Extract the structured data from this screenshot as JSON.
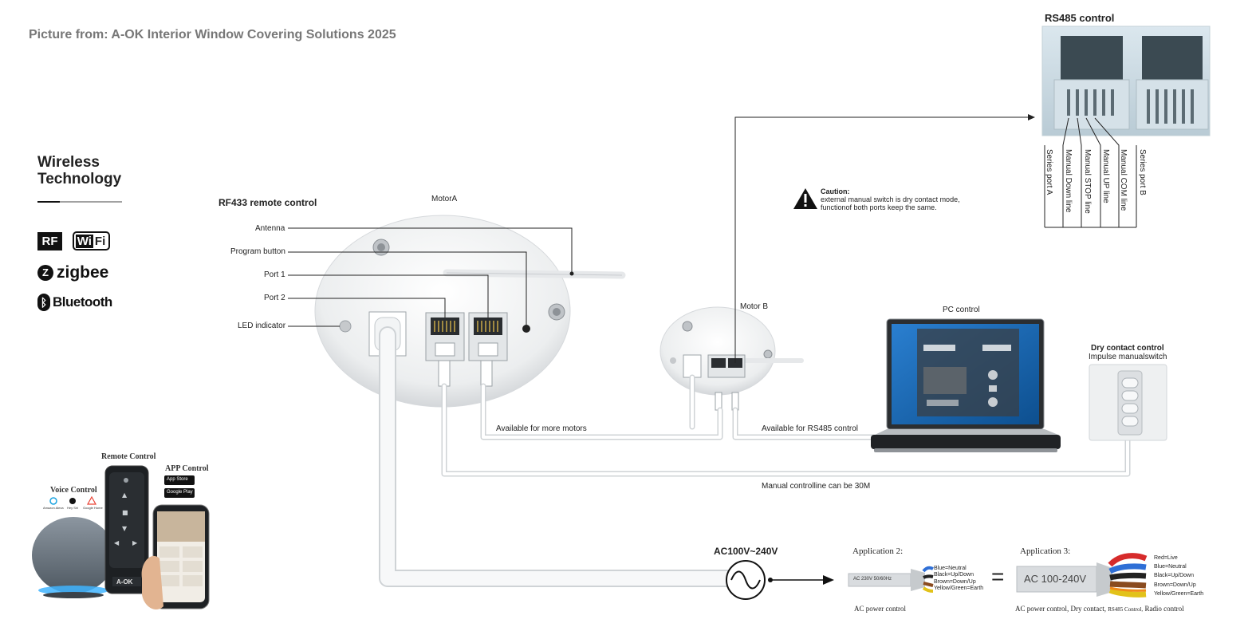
{
  "caption": "Picture from: A-OK Interior Window Covering Solutions 2025",
  "wireless": {
    "title_line1": "Wireless",
    "title_line2": "Technology",
    "logos": {
      "rf": "RF",
      "wifi_wi": "Wi",
      "wifi_fi": "Fi",
      "zigbee": "zigbee",
      "bluetooth": "Bluetooth"
    }
  },
  "products": {
    "remote_control": "Remote Control",
    "app_control": "APP Control",
    "voice_control": "Voice Control",
    "app_store": "App Store",
    "google_play": "Google Play",
    "brand": "A-OK",
    "voice_icons": [
      "Amazon Alexa",
      "Hey Siri",
      "Google Home"
    ]
  },
  "motor_a": {
    "title": "MotorA",
    "rf_title": "RF433 remote control",
    "labels": {
      "antenna": "Antenna",
      "program_button": "Program button",
      "port1": "Port 1",
      "port2": "Port 2",
      "led": "LED indicator"
    }
  },
  "motor_b": {
    "title": "Motor B"
  },
  "caution": {
    "title": "Caution:",
    "line1": "external manual switch is dry contact mode,",
    "line2": "functionof both ports keep the same."
  },
  "rs485": {
    "title": "RS485 control",
    "pins": [
      "Series port A",
      "Manual Down line",
      "Manual STOP line",
      "Manual UP line",
      "Manual COM line",
      "Series port B"
    ]
  },
  "pc": {
    "title": "PC control"
  },
  "dry": {
    "title": "Dry contact control",
    "subtitle": "Impulse manualswitch"
  },
  "lines": {
    "more_motors": "Available for more motors",
    "rs485_avail": "Available for RS485 control",
    "controlline": "Manual controlline can be 30M"
  },
  "power": {
    "ac": "AC100V~240V",
    "app2": {
      "title": "Application 2:",
      "cable": "AC 230V 50/60Hz",
      "wires": [
        "Blue=Neutral",
        "Black=Up/Down",
        "Brown=Down/Up",
        "Yellow/Green=Earth"
      ],
      "caption": "AC power control"
    },
    "equals": "=",
    "app3": {
      "title": "Application 3:",
      "cable": "AC 100-240V",
      "wires": [
        "Red=Live",
        "Blue=Neutral",
        "Black=Up/Down",
        "Brown=Down/Up",
        "Yellow/Green=Earth"
      ],
      "caption_a": "AC power control,",
      "caption_b": "Dry contact,",
      "caption_c": "RS485 Control,",
      "caption_d": "Radio control"
    }
  },
  "colors": {
    "wire_blue": "#2f6fd6",
    "wire_black": "#222222",
    "wire_brown": "#8a4b1f",
    "wire_yellow": "#e2c21a",
    "wire_red": "#d62b2b",
    "wire_orange": "#f08a1a",
    "screen": "#1b69b6"
  }
}
